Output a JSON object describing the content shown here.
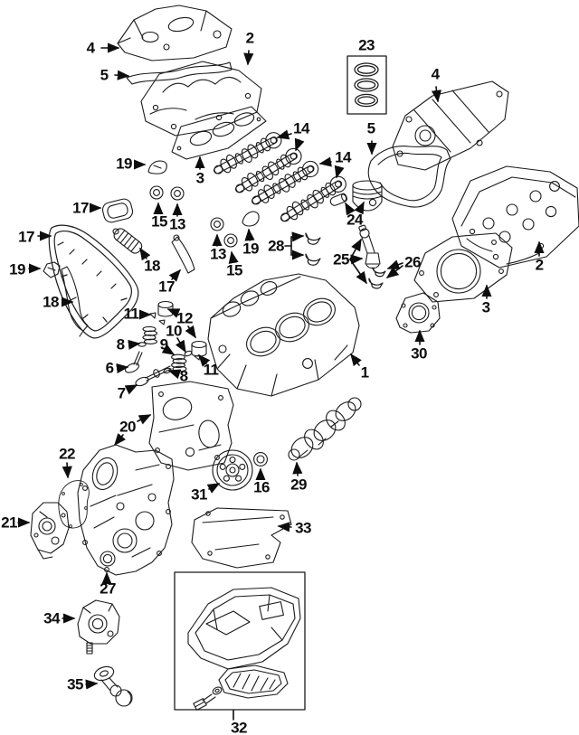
{
  "diagram": {
    "colors": {
      "line": "#1a1a1a",
      "background": "#ffffff",
      "label": "#0d0d0d"
    },
    "callouts": [
      "4",
      "5",
      "2",
      "23",
      "4",
      "5",
      "14",
      "14",
      "19",
      "3",
      "17",
      "15",
      "13",
      "17",
      "19",
      "18",
      "18",
      "17",
      "13",
      "15",
      "19",
      "28",
      "24",
      "25",
      "26",
      "2",
      "3",
      "30",
      "1",
      "11",
      "12",
      "10",
      "9",
      "8",
      "6",
      "8",
      "11",
      "7",
      "20",
      "22",
      "21",
      "31",
      "16",
      "29",
      "33",
      "27",
      "34",
      "35",
      "32"
    ]
  }
}
